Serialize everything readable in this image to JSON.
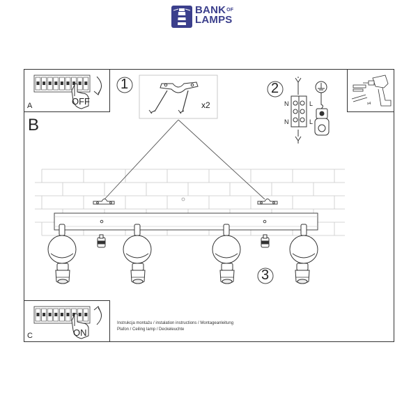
{
  "brand": {
    "line1": "BANK",
    "line1_small": "OF",
    "line2": "LAMPS",
    "color": "#3b3f8c"
  },
  "panels": {
    "a_letter": "A",
    "a_label": "OFF",
    "b_letter": "B",
    "c_letter": "C",
    "c_label": "ON"
  },
  "steps": {
    "step1": "1",
    "step1_qty": "x2",
    "step2": "2",
    "step3": "3",
    "drill_qty": "x4"
  },
  "terminal_labels": {
    "n_top": "N",
    "l_top": "L",
    "n_bottom": "N",
    "l_bottom": "L"
  },
  "caption": {
    "line1": "Instrukcja montażu / instalation instructions / Montageanleitung",
    "line2": "Plafon / Ceiling lamp / Deckeleuchte"
  },
  "icons": [
    "lighthouse-icon",
    "fuse-box-icon",
    "hand-icon",
    "curved-arrow-icon",
    "bracket-icon",
    "screw-icon",
    "wire-connector-icon",
    "ground-icon",
    "drill-icon",
    "spot-lamp-icon",
    "bulb-icon"
  ]
}
